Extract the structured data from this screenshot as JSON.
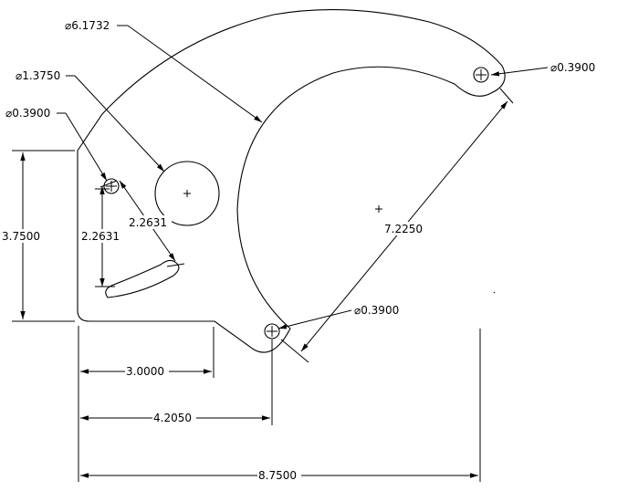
{
  "drawing": {
    "callouts": {
      "dia_arc": "⌀6.1732",
      "dia_hole_large": "⌀1.3750",
      "dia_hole_left": "⌀0.3900",
      "dia_hole_right": "⌀0.3900",
      "dia_hole_bottom": "⌀0.3900"
    },
    "dimensions": {
      "slot_diagonal": "2.2631",
      "slot_vertical": "2.2631",
      "height": "3.7500",
      "hole_to_hole": "7.2250",
      "width_3": "3.0000",
      "width_4": "4.2050",
      "width_total": "8.7500"
    }
  }
}
